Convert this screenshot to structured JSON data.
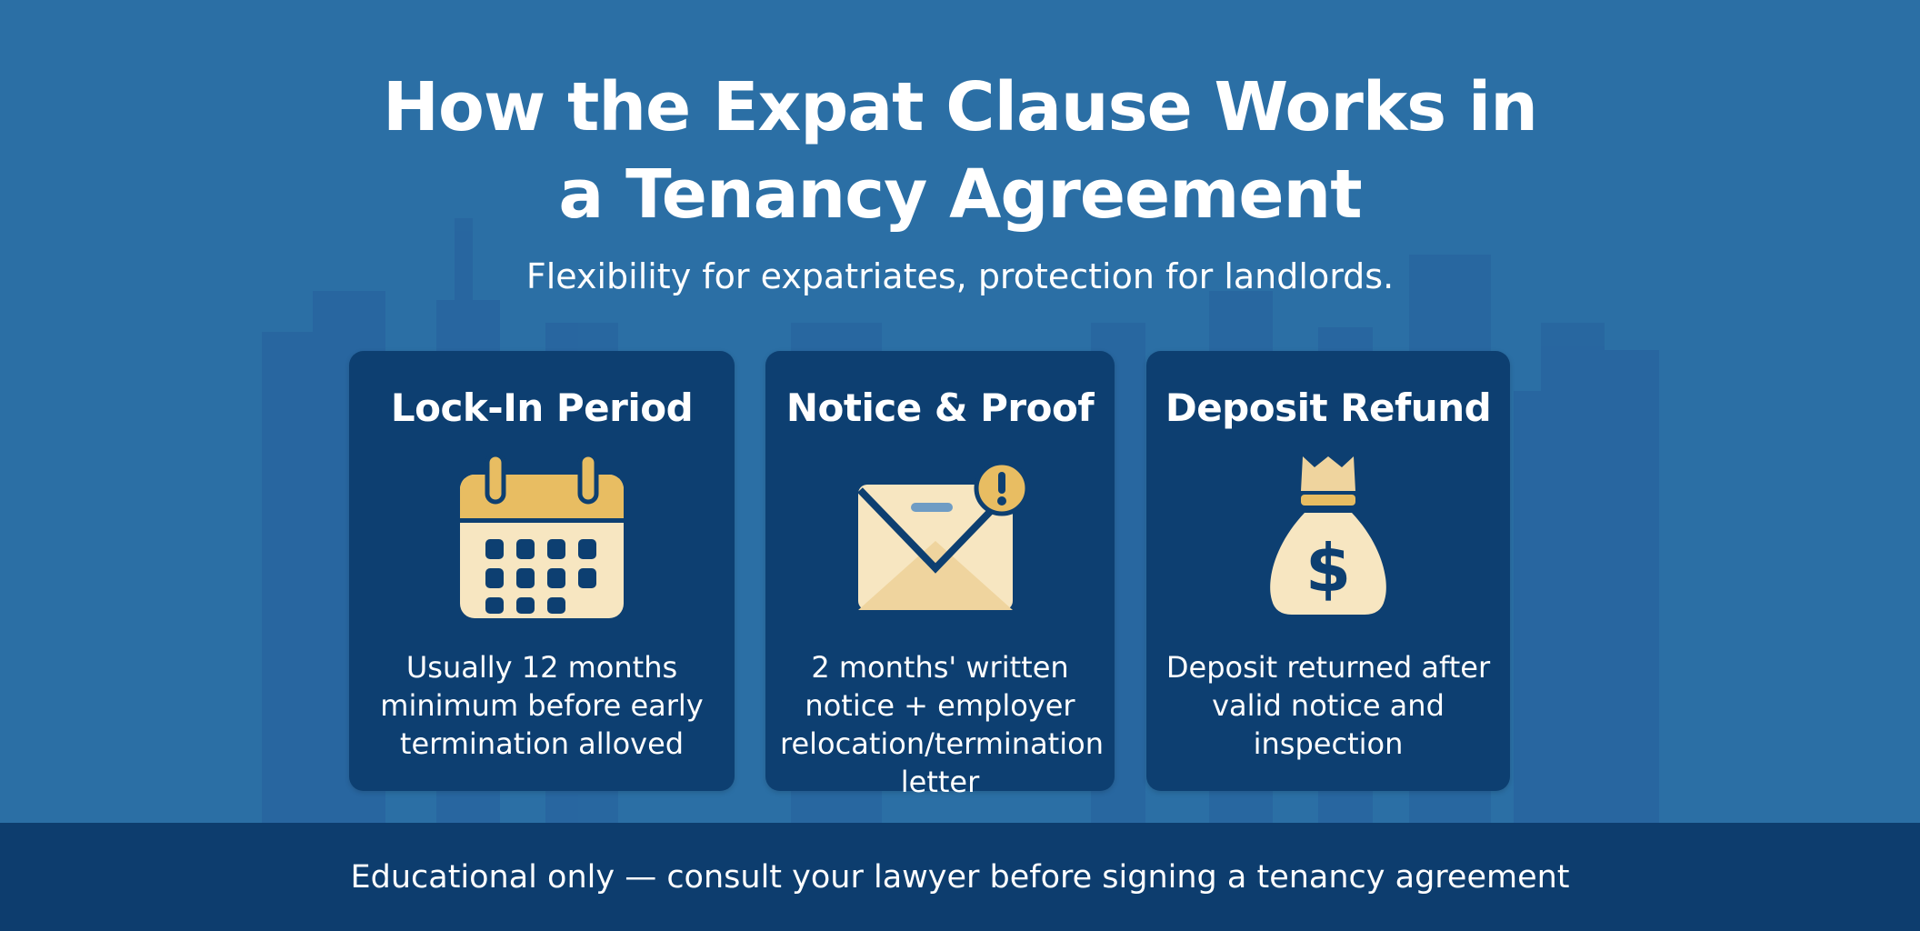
{
  "header": {
    "title_line1": "How the Expat Clause Works in",
    "title_line2": "a Tenancy Agreement",
    "subtitle": "Flexibility for expatriates, protection for landlords."
  },
  "cards": [
    {
      "title": "Lock-In Period",
      "icon": "calendar-icon",
      "text": "Usually 12 months minimum before early termination alloved"
    },
    {
      "title": "Notice & Proof",
      "icon": "envelope-alert-icon",
      "text": "2 months' written notice + employer relocation/termination letter"
    },
    {
      "title": "Deposit Refund",
      "icon": "money-bag-icon",
      "text": "Deposit returned after valid notice and inspection"
    }
  ],
  "footer": {
    "disclaimer": "Educational only — consult your lawyer before signing a tenancy agreement"
  },
  "colors": {
    "background": "#2b6fa5",
    "card": "#0d3f71",
    "footer": "#0d3d6e",
    "icon_gold": "#e8bd62",
    "icon_cream": "#f7e6c1"
  }
}
